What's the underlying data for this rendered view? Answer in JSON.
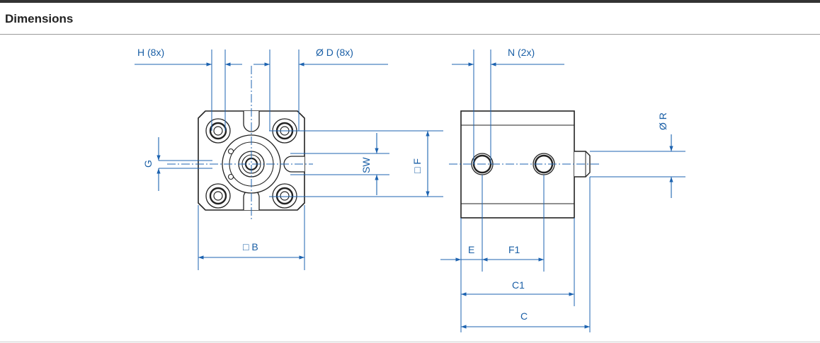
{
  "section": {
    "title": "Dimensions"
  },
  "colors": {
    "dimension": "#1d63b0",
    "outline": "#222222",
    "body_fill": "#ffffff",
    "rule": "#333333"
  },
  "labels": {
    "h": "H (8x)",
    "d": "Ø D (8x)",
    "n": "N (2x)",
    "r": "Ø R",
    "g": "G",
    "sw": "SW",
    "f": "□ F",
    "b": "□ B",
    "e": "E",
    "f1": "F1",
    "c1": "C1",
    "c": "C"
  }
}
